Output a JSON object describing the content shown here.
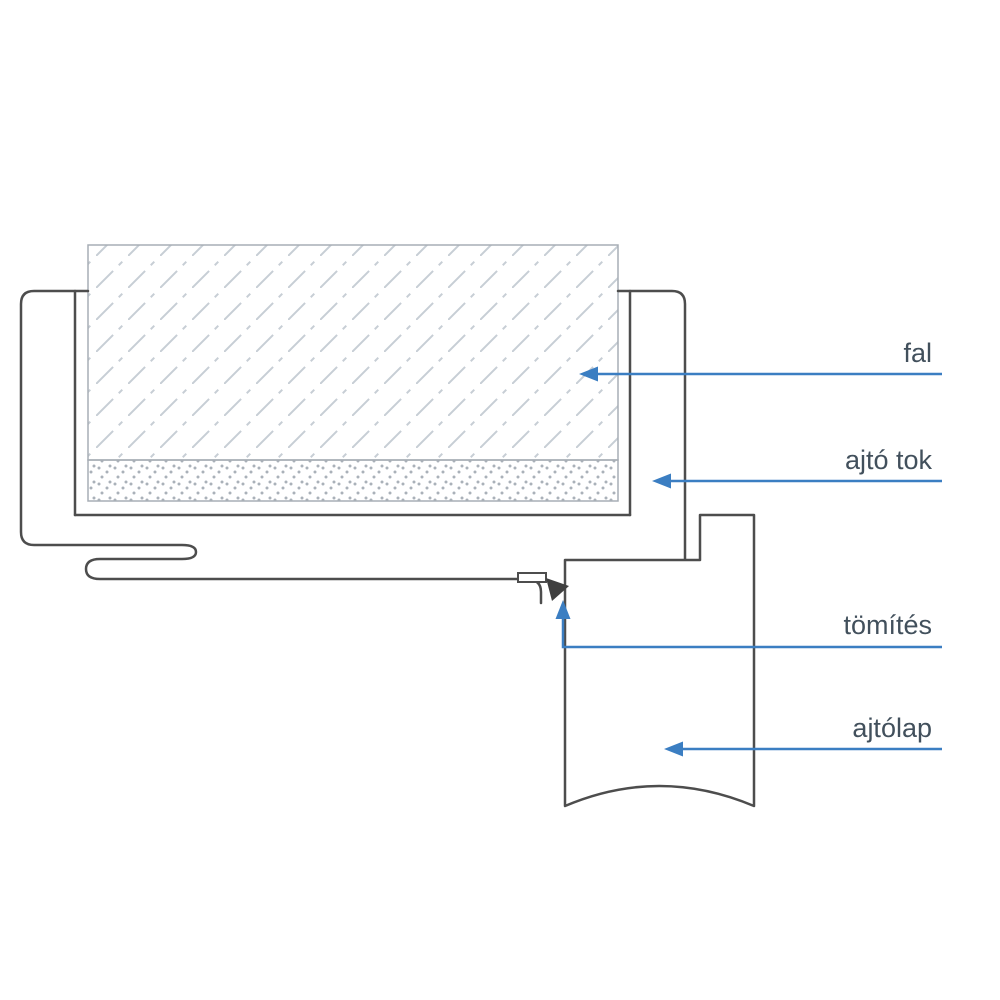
{
  "diagram": {
    "type": "door-frame-cross-section",
    "labels": {
      "fal": "fal",
      "ajto_tok": "ajtó tok",
      "tomites": "tömítés",
      "ajtolap": "ajtólap"
    },
    "colors": {
      "accent_blue": "#3b7ec2",
      "outline_gray": "#4d4d4d",
      "wall_edge_gray": "#a7aeb5",
      "hatch_gray": "#c7ced5",
      "dot_gray": "#aab1b9",
      "seal_dark": "#3f3f3f",
      "label_text": "#42505c",
      "background": "#ffffff"
    }
  }
}
